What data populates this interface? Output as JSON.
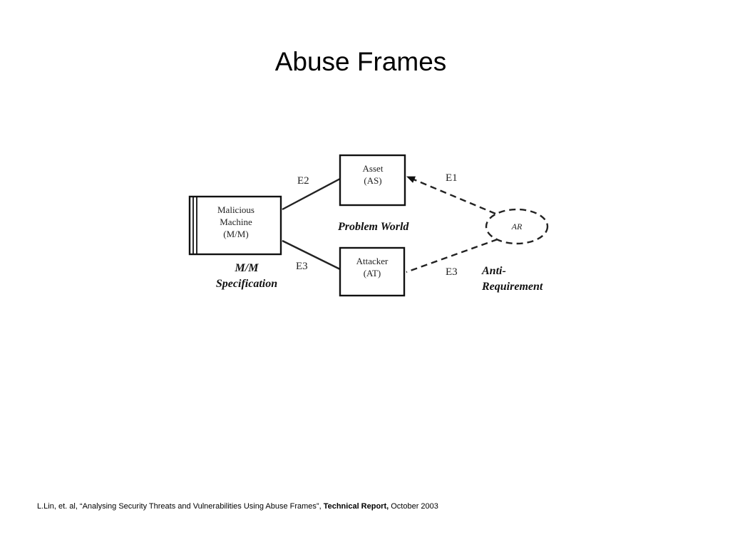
{
  "title": "Abuse Frames",
  "diagram": {
    "malicious_machine": {
      "line1": "Malicious",
      "line2": "Machine",
      "line3": "(M/M)"
    },
    "asset": {
      "line1": "Asset",
      "line2": "(AS)"
    },
    "attacker": {
      "line1": "Attacker",
      "line2": "(AT)"
    },
    "ar": "AR",
    "edges": {
      "e2": "E2",
      "e3_left": "E3",
      "e1": "E1",
      "e3_right": "E3"
    },
    "problem_world": "Problem World",
    "mm_spec": {
      "line1": "M/M",
      "line2": "Specification"
    },
    "anti_req": {
      "line1": "Anti-",
      "line2": "Requirement"
    }
  },
  "footer": {
    "citation": "L.Lin, et. al, “Analysing Security Threats and Vulnerabilities Using Abuse Frames”,",
    "report": "Technical Report,",
    "date": "October 2003"
  }
}
